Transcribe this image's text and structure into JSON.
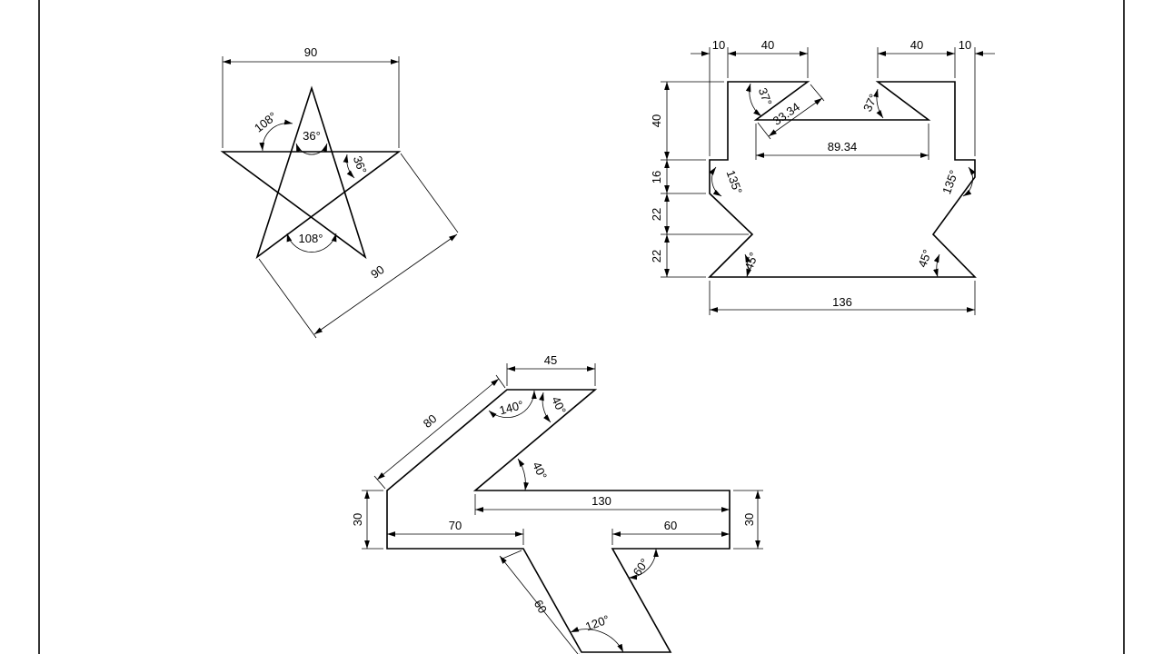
{
  "drawing": {
    "star": {
      "dims": {
        "top_width": "90",
        "side_length": "90",
        "outer_angle": "108°",
        "tip_angle": "36°",
        "side_angle": "36°",
        "bottom_angle": "108°"
      }
    },
    "bracket": {
      "dims": {
        "left_notch": "10",
        "left_top": "40",
        "right_top": "40",
        "right_notch": "10",
        "height_top": "40",
        "height_step": "16",
        "height_mid": "22",
        "height_low": "22",
        "left_slant_angle": "37°",
        "right_slant_angle": "37°",
        "slant_length": "33.34",
        "inner_width": "89.34",
        "left_chamfer": "135°",
        "right_chamfer": "135°",
        "left_base_angle": "45°",
        "right_base_angle": "45°",
        "base_width": "136"
      }
    },
    "zigzag": {
      "dims": {
        "top_width": "45",
        "slant_length": "80",
        "top_left_angle": "140°",
        "top_right_angle": "40°",
        "inner_angle": "40°",
        "arm_length": "130",
        "right_height": "30",
        "left_height": "30",
        "left_arm": "70",
        "right_arm": "60",
        "lower_angle": "60°",
        "leg_length": "60",
        "bottom_angle": "120°"
      }
    }
  }
}
